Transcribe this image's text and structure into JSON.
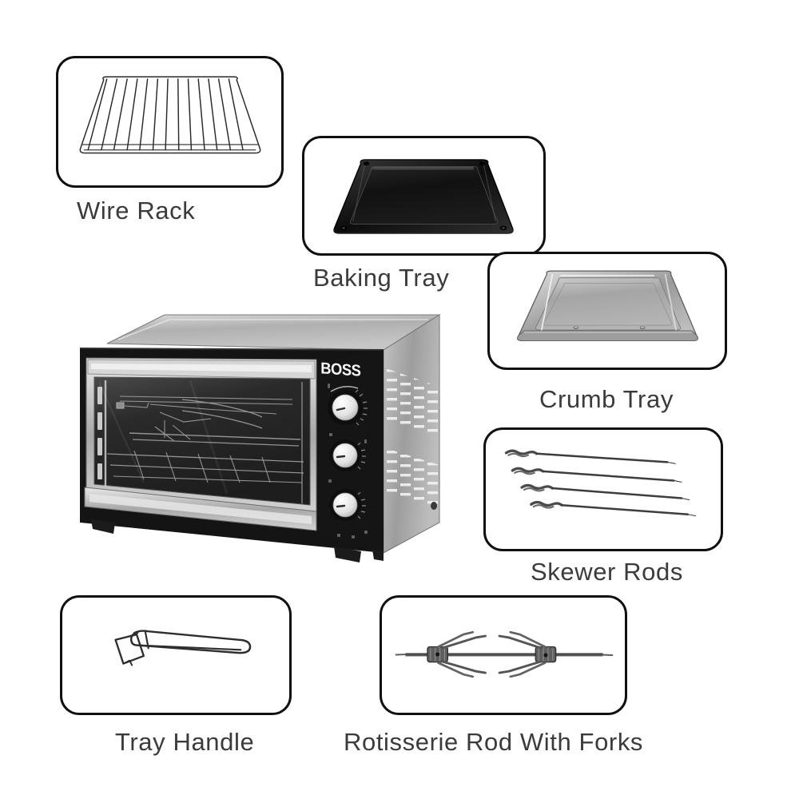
{
  "image": {
    "subject": "Toaster oven with included accessories",
    "background_color": "#ffffff",
    "outline_color": "#101010",
    "caption_color": "#3b3b3b"
  },
  "product": {
    "brand": "BOSS",
    "name": "oven-toaster-griller",
    "body_color": "#1a1a1a",
    "metal_color": "#b9b9b9",
    "knob_count": 3
  },
  "accessories": [
    {
      "id": "wire-rack",
      "label": "Wire Rack",
      "art": "wire-rack",
      "color": "#ffffff"
    },
    {
      "id": "baking-tray",
      "label": "Baking Tray",
      "art": "baking-tray",
      "color": "#121212"
    },
    {
      "id": "crumb-tray",
      "label": "Crumb Tray",
      "art": "crumb-tray",
      "color": "#a9a9a9"
    },
    {
      "id": "skewer-rods",
      "label": "Skewer Rods",
      "art": "skewer-rods",
      "color": "#3c3c3c",
      "count": 4
    },
    {
      "id": "tray-handle",
      "label": "Tray Handle",
      "art": "tray-handle",
      "color": "#2e2e2e"
    },
    {
      "id": "rotisserie-rod",
      "label": "Rotisserie Rod With Forks",
      "art": "rotisserie-rod",
      "color": "#4a4a4a"
    }
  ]
}
